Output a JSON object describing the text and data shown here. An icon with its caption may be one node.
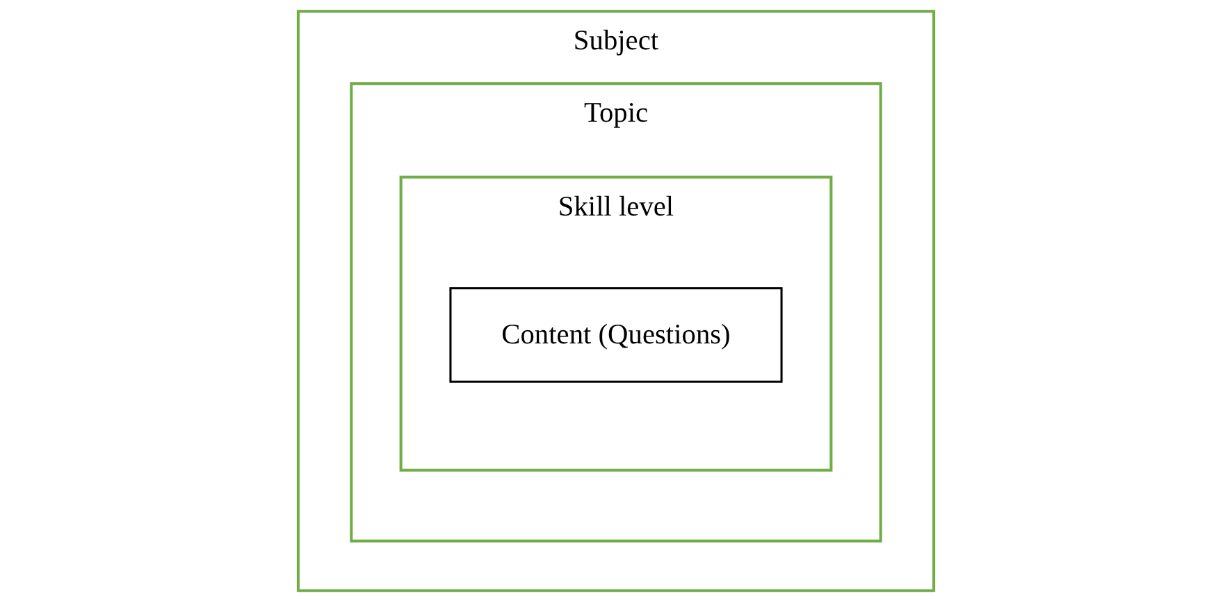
{
  "diagram": {
    "nodes": [
      {
        "text": [
          "Subject"
        ]
      },
      {
        "text": [
          "Topic"
        ],
        "in": 0
      },
      {
        "text": [
          "Skill level"
        ],
        "in": 1
      },
      {
        "text": [
          "Content (Questions)"
        ],
        "in": 2
      }
    ]
  }
}
